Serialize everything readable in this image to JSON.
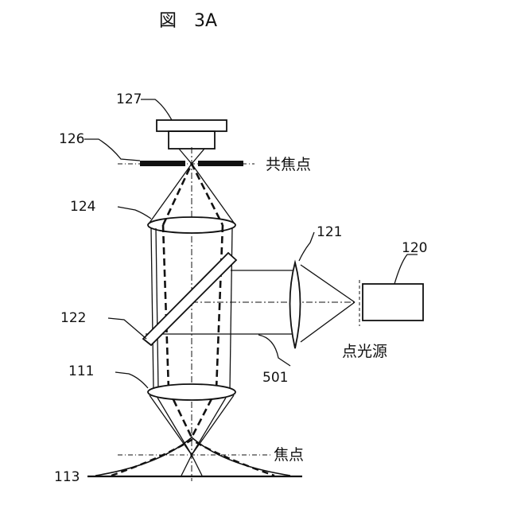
{
  "figure": {
    "title": "図　3A",
    "labels": {
      "detector": "127",
      "pinhole": "126",
      "lens_upper": "124",
      "lens_source": "121",
      "light_source": "120",
      "beam_splitter": "122",
      "objective": "111",
      "beam": "501",
      "sample": "113"
    },
    "annotations": {
      "confocal_point": "共焦点",
      "point_source": "点光源",
      "focal_point": "焦点"
    }
  }
}
